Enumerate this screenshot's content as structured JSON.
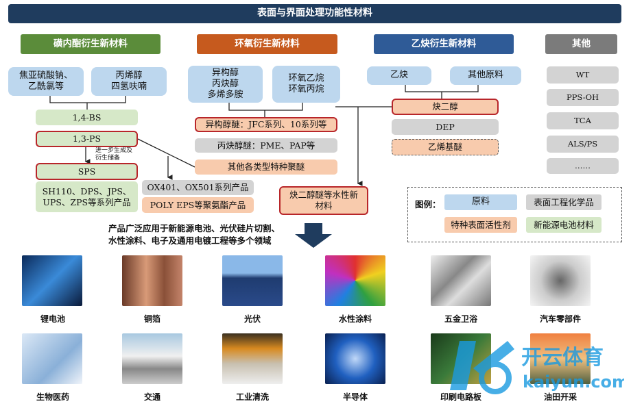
{
  "title": "表面与界面处理功能性材料",
  "categories": [
    "磺内酯衍生新材料",
    "环氧衍生新材料",
    "乙炔衍生新材料",
    "其他"
  ],
  "sulfone": {
    "raw1": "焦亚硫酸钠、\n乙酰氯等",
    "raw2": "丙烯醇\n四氢呋喃",
    "bs14": "1,4-BS",
    "ps13": "1,3-PS",
    "note": "进一步生成及\n衍生储备",
    "sps": "SPS",
    "series": "SH110、DPS、JPS、\nUPS、ZPS等系列产品",
    "ox": "OX401、OX501系列产品",
    "poly": "POLY EPS等聚氨酯产品"
  },
  "epoxy": {
    "raw1": "异构醇\n丙炔醇\n多烯多胺",
    "raw2": "环氧乙烷\n环氧丙烷",
    "iso": "异构醇醚：JFC系列、10系列等",
    "prop": "丙炔醇醚：PME、PAP等",
    "other": "其他各类型特种聚醚",
    "water": "炔二醇醚等水性新\n材料"
  },
  "acetylene": {
    "raw1": "乙炔",
    "raw2": "其他原料",
    "diol": "炔二醇",
    "dep": "DEP",
    "vinyl": "乙烯基醚"
  },
  "others": [
    "WT",
    "PPS-OH",
    "TCA",
    "ALS/PS",
    "……"
  ],
  "legend": {
    "label": "图例：",
    "items": [
      "原料",
      "表面工程化学品",
      "特种表面活性剂",
      "新能源电池材料"
    ]
  },
  "application_text": "产品广泛应用于新能源电池、光伏硅片切割、\n水性涂料、电子及通用电镀工程等多个领域",
  "applications": [
    "锂电池",
    "铜箔",
    "光伏",
    "水性涂料",
    "五金卫浴",
    "汽车零部件",
    "生物医药",
    "交通",
    "工业清洗",
    "半导体",
    "印刷电路板",
    "油田开采"
  ],
  "watermark": "开云体育 kaiyun.com",
  "colors": {
    "raw": "#bdd7ee",
    "surface": "#d3d3d3",
    "surfactant": "#f8cbad",
    "battery": "#d6e8c8",
    "highlight": "#b8262a"
  }
}
